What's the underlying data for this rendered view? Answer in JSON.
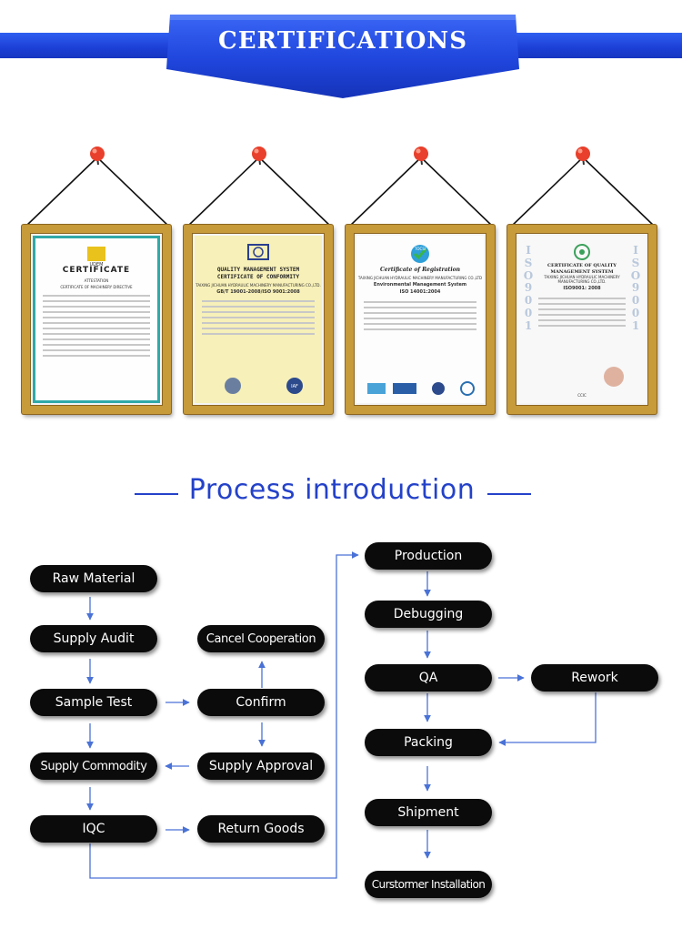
{
  "banner": {
    "title": "CERTIFICATIONS",
    "color": "#1f45dc"
  },
  "certificates": [
    {
      "heading": "CERTIFICATE",
      "subheading": "ATTESTATION",
      "line3": "CERTIFICATE OF MACHINERY DIRECTIVE",
      "logo": "UDEM"
    },
    {
      "heading": "QUALITY MANAGEMENT SYSTEM",
      "subheading": "CERTIFICATE OF CONFORMITY",
      "line3": "TAIXING JICHUAN HYDRAULIC MACHINERY MANUFACTURING CO.,LTD.",
      "standard": "GB/T 19001-2008/ISO 9001:2008",
      "logo": "IAF"
    },
    {
      "heading": "Certificate of Registration",
      "subheading": "TAIXING JICHUAN HYDRAULIC MACHINERY MANUFACTURING CO.,LTD",
      "line3": "Environmental Management System",
      "standard": "ISO 14001:2004",
      "logo": "TOCSI"
    },
    {
      "heading": "CERTIFICATE OF QUALITY MANAGEMENT SYSTEM",
      "subheading": "TAIXING JICHUAN HYDRAULIC MACHINERY MANUFACTURING CO.,LTD.",
      "line3": "ISO9001: 2008",
      "side_text": "ISO9001",
      "logo": "CCIC"
    }
  ],
  "process": {
    "title": "Process introduction",
    "accent": "#2442c9",
    "steps": {
      "raw_material": "Raw Material",
      "supply_audit": "Supply Audit",
      "sample_test": "Sample Test",
      "supply_commodity": "Supply Commodity",
      "iqc": "IQC",
      "cancel_cooperation": "Cancel Cooperation",
      "confirm": "Confirm",
      "supply_approval": "Supply Approval",
      "return_goods": "Return Goods",
      "production": "Production",
      "debugging": "Debugging",
      "qa": "QA",
      "rework": "Rework",
      "packing": "Packing",
      "shipment": "Shipment",
      "customer_installation": "Curstormer Installation"
    }
  }
}
